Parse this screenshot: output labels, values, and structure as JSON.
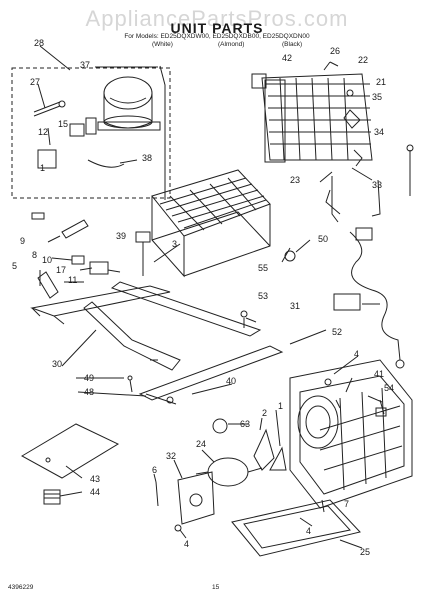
{
  "watermark": "AppliancePartsPros.com",
  "header": {
    "title": "UNIT PARTS",
    "models": "For Models: ED25DQXDW00, ED25DQXDB00, ED25DQXDN00",
    "finish_white": "(White)",
    "finish_almond": "(Almond)",
    "finish_black": "(Black)"
  },
  "callouts": [
    "28",
    "37",
    "26",
    "42",
    "22",
    "27",
    "21",
    "35",
    "15",
    "12",
    "34",
    "38",
    "1",
    "23",
    "33",
    "50",
    "39",
    "9",
    "8",
    "10",
    "55",
    "5",
    "17",
    "11",
    "3",
    "31",
    "53",
    "52",
    "30",
    "49",
    "48",
    "4",
    "40",
    "41",
    "54",
    "63",
    "2",
    "1",
    "24",
    "32",
    "6",
    "43",
    "44",
    "4",
    "4",
    "25",
    "7"
  ],
  "footer": {
    "doc_number": "4396229",
    "page_number": "15"
  }
}
